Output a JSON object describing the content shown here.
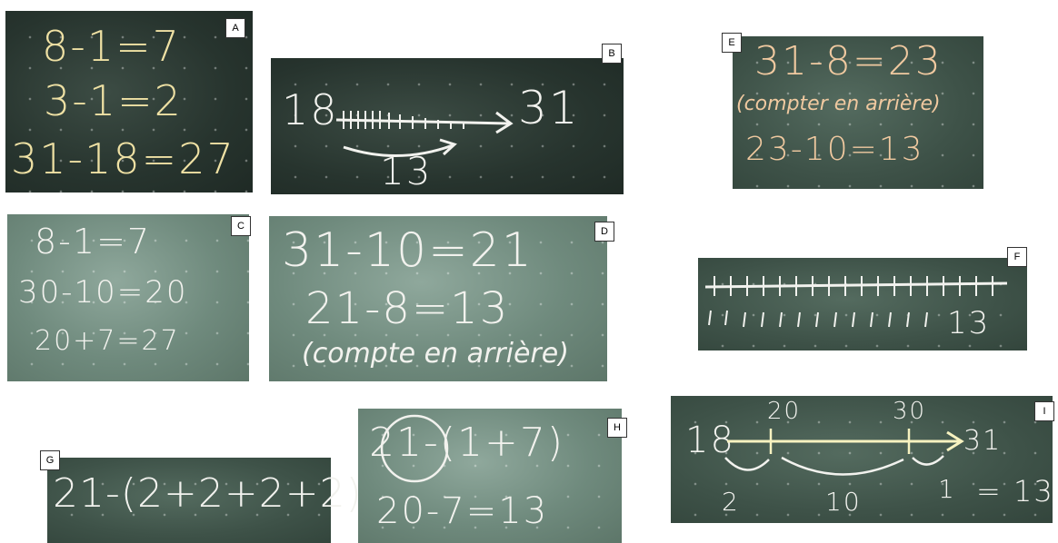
{
  "panels": {
    "A": {
      "tag": "A",
      "lines": [
        "8-1=7",
        "3-1=2",
        "31-18=27"
      ]
    },
    "B": {
      "tag": "B",
      "start": "18",
      "end": "31",
      "jump": "13"
    },
    "C": {
      "tag": "C",
      "lines": [
        "8-1=7",
        "30-10=20",
        "20+7=27"
      ]
    },
    "D": {
      "tag": "D",
      "lines": [
        "31-10=21",
        "21-8=13",
        "(compte en arrière)"
      ]
    },
    "E": {
      "tag": "E",
      "lines": [
        "31-8=23",
        "(compter en arrière)",
        "23-10=13"
      ]
    },
    "F": {
      "tag": "F",
      "count": "13"
    },
    "G": {
      "tag": "G",
      "expression": "21-(2+2+2+2)"
    },
    "H": {
      "tag": "H",
      "lines": [
        "21-(1+7)",
        "20-7=13"
      ]
    },
    "I": {
      "tag": "I",
      "start": "18",
      "mark1": "20",
      "mark2": "30",
      "end": "31",
      "jump1": "2",
      "jump2": "10",
      "jump3": "1",
      "result": "= 13"
    }
  },
  "colors": {
    "chalk_yellow": "#efe1a4",
    "chalk_white": "#f2f2ee",
    "chalk_orange": "#f0c9a0"
  }
}
